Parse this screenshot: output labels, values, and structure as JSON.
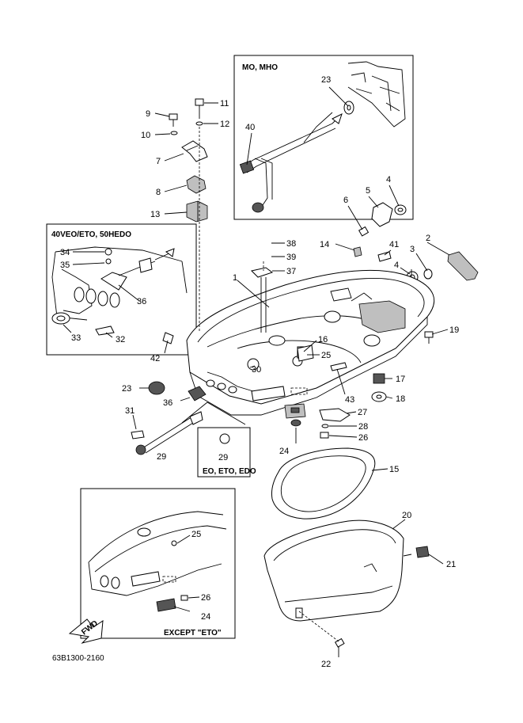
{
  "insets": {
    "mo_mho": "MO, MHO",
    "veo_eto": "40VEO/ETO, 50HEDO",
    "eo_eto_edo": "EO, ETO, EDO",
    "except_eto": "EXCEPT \"ETO\""
  },
  "fwd_label": "FWD",
  "diagram_code": "63B1300-2160",
  "callouts": {
    "c1": "1",
    "c2": "2",
    "c3": "3",
    "c4a": "4",
    "c4b": "4",
    "c5": "5",
    "c6": "6",
    "c7": "7",
    "c8": "8",
    "c9": "9",
    "c10": "10",
    "c11": "11",
    "c12": "12",
    "c13": "13",
    "c14": "14",
    "c15": "15",
    "c16": "16",
    "c17": "17",
    "c18": "18",
    "c19": "19",
    "c20": "20",
    "c21": "21",
    "c22": "22",
    "c23a": "23",
    "c23b": "23",
    "c24a": "24",
    "c24b": "24",
    "c25a": "25",
    "c25b": "25",
    "c26a": "26",
    "c26b": "26",
    "c27": "27",
    "c28": "28",
    "c29a": "29",
    "c29b": "29",
    "c30": "30",
    "c31": "31",
    "c32": "32",
    "c33": "33",
    "c34": "34",
    "c35": "35",
    "c36a": "36",
    "c36b": "36",
    "c37": "37",
    "c38": "38",
    "c39": "39",
    "c40": "40",
    "c41": "41",
    "c42": "42",
    "c43": "43"
  }
}
